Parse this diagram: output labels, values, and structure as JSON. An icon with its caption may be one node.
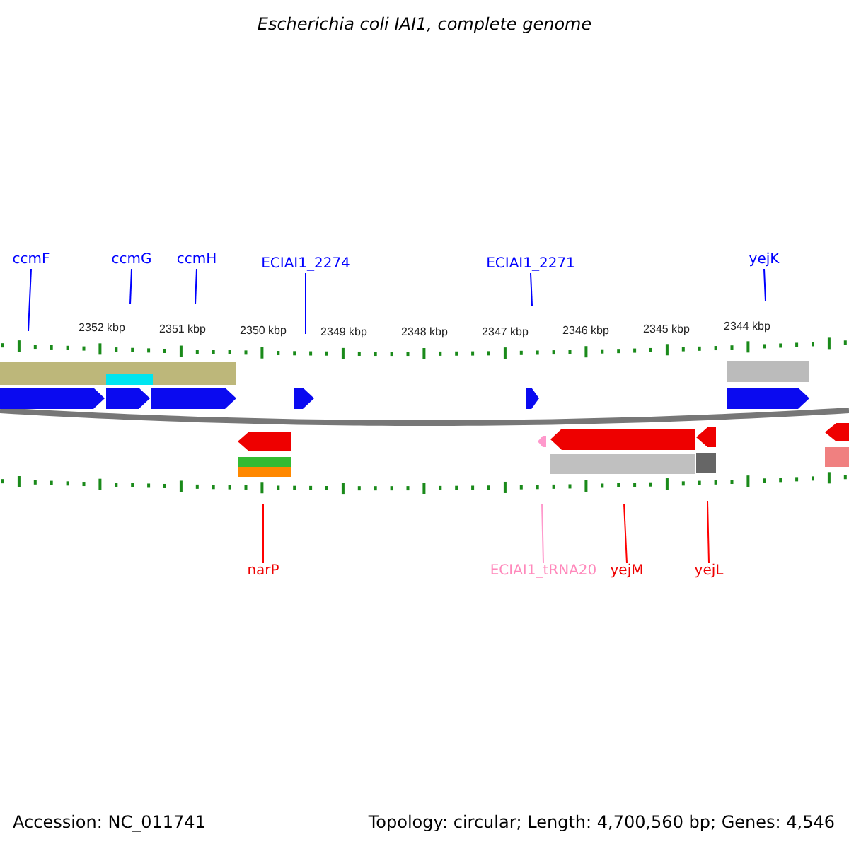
{
  "diagram": {
    "title": "Escherichia coli IAI1, complete genome",
    "nodes": [
      {
        "text": [
          "ccmF"
        ]
      },
      {
        "text": [
          "ccmG"
        ]
      },
      {
        "text": [
          "ccmH"
        ]
      },
      {
        "text": [
          "ECIAI1_2274"
        ]
      },
      {
        "text": [
          "ECIAI1_2271"
        ]
      },
      {
        "text": [
          "yejK"
        ]
      },
      {
        "text": [
          "narP"
        ]
      },
      {
        "text": [
          "ECIAI1_tRNA20"
        ]
      },
      {
        "text": [
          "yejM"
        ]
      },
      {
        "text": [
          "yejL"
        ]
      }
    ],
    "edges": [
      {
        "from": 0,
        "to": null,
        "arrow": "none"
      },
      {
        "from": 1,
        "to": null,
        "arrow": "none"
      },
      {
        "from": 2,
        "to": null,
        "arrow": "none"
      },
      {
        "from": 3,
        "to": null,
        "arrow": "none"
      },
      {
        "from": 4,
        "to": null,
        "arrow": "none"
      },
      {
        "from": 5,
        "to": null,
        "arrow": "none"
      },
      {
        "from": 6,
        "to": null,
        "arrow": "none",
        "color": "#ff0000"
      },
      {
        "from": 7,
        "to": null,
        "arrow": "none",
        "color": "#ff99cc"
      },
      {
        "from": 8,
        "to": null,
        "arrow": "none",
        "color": "#ff0000"
      },
      {
        "from": 9,
        "to": null,
        "arrow": "none",
        "color": "#ff0000"
      }
    ],
    "labels": [
      "2352 kbp",
      "2351 kbp",
      "2350 kbp",
      "2349 kbp",
      "2348 kbp",
      "2347 kbp",
      "2346 kbp",
      "2345 kbp",
      "2344 kbp",
      "Accession: NC_011741",
      "Topology: circular; Length: 4,700,560 bp; Genes: 4,546"
    ]
  }
}
